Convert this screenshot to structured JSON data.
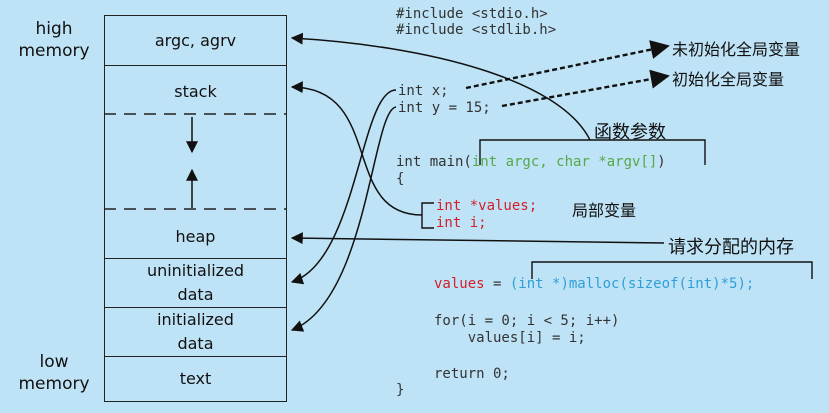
{
  "labels": {
    "high": "high\nmemory",
    "low": "low\nmemory"
  },
  "segments": [
    {
      "id": "args",
      "text": "argc, agrv"
    },
    {
      "id": "stack",
      "text": "stack"
    },
    {
      "id": "heap",
      "text": "heap"
    },
    {
      "id": "uninit",
      "text": "uninitialized\ndata"
    },
    {
      "id": "init",
      "text": "initialized\ndata"
    },
    {
      "id": "text",
      "text": "text"
    }
  ],
  "code": {
    "include1": "#include <stdio.h>",
    "include2": "#include <stdlib.h>",
    "decl_x": "int x;",
    "decl_y": "int y = 15;",
    "main_sig_start": "int main(",
    "main_params": "int argc, char *argv[]",
    "main_sig_end": ")",
    "brace_open": "{",
    "local1": "int *values;",
    "local2": "int i;",
    "malloc_lhs": "values",
    "malloc_eq": " = ",
    "malloc_rhs": "(int *)malloc(sizeof(int)*5);",
    "for_line": "for(i = 0; i < 5; i++)",
    "assign_line": "    values[i] = i;",
    "return_line": "return 0;",
    "brace_close": "}"
  },
  "annotations": {
    "uninit_global": "未初始化全局变量",
    "init_global": "初始化全局变量",
    "func_params": "函数参数",
    "local_vars": "局部变量",
    "heap_request": "请求分配的内存"
  },
  "colors": {
    "background": "#bfe3f6",
    "local_var_red": "#d21f2a",
    "param_green": "#54a84a",
    "malloc_blue": "#2e9fd6"
  }
}
